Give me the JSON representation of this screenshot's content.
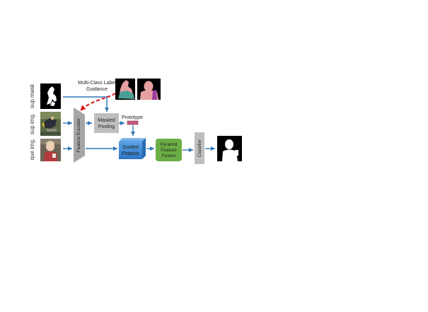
{
  "inputs": {
    "sup_mask": "sup mask",
    "sup_img": "sup img.",
    "que_img": "que img."
  },
  "encoder": {
    "label": "Feature Encoder"
  },
  "guidance": {
    "line1": "Multi-Class Label",
    "line2": "Guidance"
  },
  "masked_pooling": {
    "line1": "Masked",
    "line2": "Pooling"
  },
  "prototype": {
    "label": "Prototype"
  },
  "guided_feature": {
    "line1": "Guided",
    "line2": "Feature"
  },
  "fusion": {
    "line1": "Pyramid",
    "line2": "Feature",
    "line3": "Fusion"
  },
  "classifier": {
    "label": "Classifier"
  },
  "colors": {
    "arrow": "#2E75B6",
    "guidance": "#E02020",
    "encoder": "#A6A6A6",
    "pool_box": "#BFBFBF",
    "guided_front": "#4A90D9",
    "fusion_box": "#6BAE45",
    "classifier_box": "#BFBFBF",
    "prototype_bar": "#C55A7A",
    "mask_fg": "#E7A0A0",
    "mask_teal": "#4A9E96",
    "mask_purple": "#9A3BA0"
  }
}
